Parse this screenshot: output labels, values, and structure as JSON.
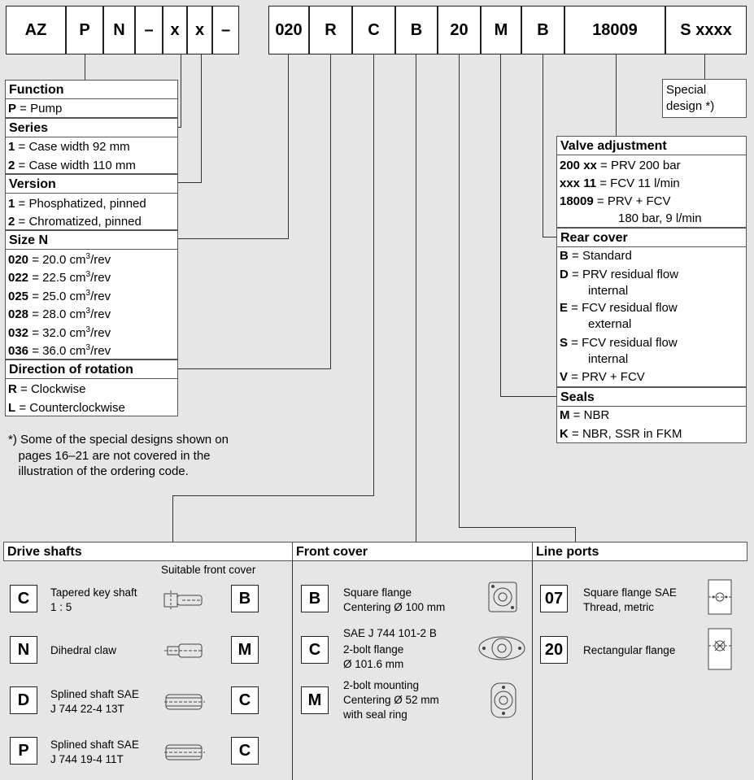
{
  "code_cells": [
    {
      "text": "AZ"
    },
    {
      "text": "P"
    },
    {
      "text": "N"
    },
    {
      "text": "–"
    },
    {
      "text": "x"
    },
    {
      "text": "x"
    },
    {
      "text": "–"
    },
    {
      "text": "020"
    },
    {
      "text": "R"
    },
    {
      "text": "C"
    },
    {
      "text": "B"
    },
    {
      "text": "20"
    },
    {
      "text": "M"
    },
    {
      "text": "B"
    },
    {
      "text": "18009"
    },
    {
      "text": "S xxxx"
    }
  ],
  "special": {
    "line1": "Special",
    "line2": "design *)"
  },
  "function": {
    "title": "Function",
    "rows": [
      {
        "code": "P",
        "eq": " = ",
        "text": "Pump"
      }
    ]
  },
  "series": {
    "title": "Series",
    "rows": [
      {
        "code": "1",
        "eq": " = ",
        "text": "Case width 92 mm"
      },
      {
        "code": "2",
        "eq": " = ",
        "text": "Case width 110 mm"
      }
    ]
  },
  "version": {
    "title": "Version",
    "rows": [
      {
        "code": "1",
        "eq": " = ",
        "text": "Phosphatized, pinned"
      },
      {
        "code": "2",
        "eq": " = ",
        "text": "Chromatized, pinned"
      }
    ]
  },
  "size": {
    "title": "Size N",
    "unit": "cm",
    "unit_exp": "3",
    "unit_suffix": "/rev",
    "rows": [
      {
        "code": "020",
        "eq": " = ",
        "text": "20.0"
      },
      {
        "code": "022",
        "eq": " = ",
        "text": "22.5"
      },
      {
        "code": "025",
        "eq": " = ",
        "text": "25.0"
      },
      {
        "code": "028",
        "eq": " = ",
        "text": "28.0"
      },
      {
        "code": "032",
        "eq": " = ",
        "text": "32.0"
      },
      {
        "code": "036",
        "eq": " = ",
        "text": "36.0"
      }
    ]
  },
  "rotation": {
    "title": "Direction of rotation",
    "rows": [
      {
        "code": "R",
        "eq": " = ",
        "text": "Clockwise"
      },
      {
        "code": "L",
        "eq": " = ",
        "text": "Counterclockwise"
      }
    ]
  },
  "footnote": {
    "line1": "*) Some of the special designs shown on",
    "line2": "   pages 16–21 are not covered in the",
    "line3": "   illustration of the ordering code."
  },
  "valve": {
    "title": "Valve adjustment",
    "rows": [
      {
        "code": "200 xx",
        "eq": " = ",
        "text": "PRV 200 bar"
      },
      {
        "code": "xxx 11",
        "eq": "  = ",
        "text": "FCV 11 l/min"
      },
      {
        "code": "18009",
        "eq": " = ",
        "text": "PRV + FCV"
      },
      {
        "code": "",
        "eq": "",
        "text": "180 bar, 9 l/min"
      }
    ]
  },
  "rear": {
    "title": "Rear cover",
    "rows": [
      {
        "code": "B",
        "eq": " = ",
        "text": "Standard"
      },
      {
        "code": "D",
        "eq": " = ",
        "text": "PRV residual flow"
      },
      {
        "code": "",
        "eq": "",
        "text": "internal"
      },
      {
        "code": "E",
        "eq": " = ",
        "text": "FCV residual flow"
      },
      {
        "code": "",
        "eq": "",
        "text": "external"
      },
      {
        "code": "S",
        "eq": " = ",
        "text": "FCV residual flow"
      },
      {
        "code": "",
        "eq": "",
        "text": "internal"
      },
      {
        "code": "V",
        "eq": " = ",
        "text": "PRV + FCV"
      }
    ]
  },
  "seals": {
    "title": "Seals",
    "rows": [
      {
        "code": "M",
        "eq": " = ",
        "text": "NBR"
      },
      {
        "code": "K",
        "eq": " = ",
        "text": "NBR, SSR in FKM"
      }
    ]
  },
  "drive": {
    "title": "Drive shafts",
    "subtitle": "Suitable front cover",
    "items": [
      {
        "code": "C",
        "desc1": "Tapered key shaft",
        "desc2": "1 : 5",
        "cover": "B",
        "icon": "tapered-shaft-icon"
      },
      {
        "code": "N",
        "desc1": "Dihedral claw",
        "desc2": "",
        "cover": "M",
        "icon": "claw-shaft-icon"
      },
      {
        "code": "D",
        "desc1": "Splined shaft SAE",
        "desc2": "J 744 22-4 13T",
        "cover": "C",
        "icon": "splined-shaft-icon"
      },
      {
        "code": "P",
        "desc1": "Splined shaft SAE",
        "desc2": "J 744 19-4 11T",
        "cover": "C",
        "icon": "splined-shaft-icon"
      }
    ]
  },
  "front": {
    "title": "Front cover",
    "items": [
      {
        "code": "B",
        "l1": "Square flange",
        "l2": "Centering Ø 100 mm",
        "l3": "",
        "icon": "square-flange-icon"
      },
      {
        "code": "C",
        "l1": "SAE J 744 101-2 B",
        "l2": "2-bolt flange",
        "l3": "Ø 101.6 mm",
        "icon": "two-bolt-flange-icon"
      },
      {
        "code": "M",
        "l1": "2-bolt mounting",
        "l2": "Centering Ø 52 mm",
        "l3": "with seal ring",
        "icon": "two-bolt-mount-icon"
      }
    ]
  },
  "ports": {
    "title": "Line ports",
    "items": [
      {
        "code": "07",
        "l1": "Square flange SAE",
        "l2": "Thread, metric",
        "icon": "square-port-icon"
      },
      {
        "code": "20",
        "l1": "Rectangular flange",
        "l2": "",
        "icon": "rect-port-icon"
      }
    ]
  }
}
